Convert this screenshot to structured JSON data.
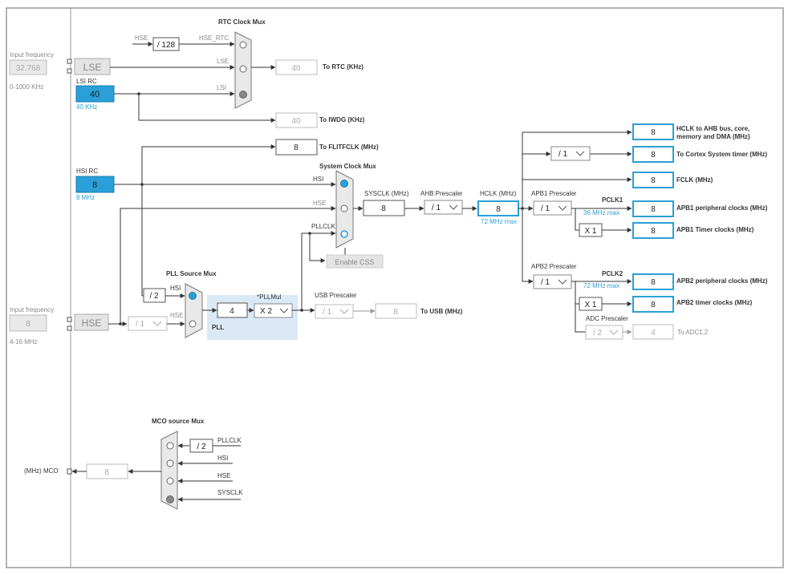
{
  "colors": {
    "accent": "#2a9fd8",
    "disabled": "#aaaaaa",
    "wire": "#333333",
    "pll_bg": "#dbe9f6",
    "enable_css_bg": "#e4e4e4"
  },
  "left": {
    "lse_input_label": "Input frequency",
    "lse_input_value": "32.768",
    "lse_range": "0-1000 KHz",
    "hse_input_label": "Input frequency",
    "hse_input_value": "8",
    "hse_range": "4-16 MHz",
    "mco_label": "(MHz) MCO"
  },
  "sources": {
    "lse": "LSE",
    "lsi_title": "LSI RC",
    "lsi_value": "40",
    "lsi_freq": "40 KHz",
    "hsi_title": "HSI RC",
    "hsi_value": "8",
    "hsi_freq": "8 MHz",
    "hse": "HSE"
  },
  "rtc": {
    "title": "RTC Clock Mux",
    "hse_in": "HSE",
    "div128": "/ 128",
    "hse_rtc": "HSE_RTC",
    "lse_in": "LSE",
    "lsi_in": "LSI",
    "out_value": "40",
    "out_label": "To RTC (KHz)"
  },
  "iwdg": {
    "value": "40",
    "label": "To IWDG (KHz)"
  },
  "flitf": {
    "value": "8",
    "label": "To FLITFCLK (MHz)"
  },
  "sysmux": {
    "title": "System Clock Mux",
    "hsi": "HSI",
    "hse": "HSE",
    "pllclk": "PLLCLK",
    "enable_css": "Enable CSS"
  },
  "sysclk": {
    "label": "SYSCLK (MHz)",
    "value": "8"
  },
  "ahb": {
    "label": "AHB Prescaler",
    "value": "/ 1"
  },
  "hclk": {
    "label": "HCLK (MHz)",
    "value": "8",
    "max": "72 MHz max"
  },
  "apb1": {
    "label": "APB1 Prescaler",
    "value": "/ 1",
    "pclk": "PCLK1",
    "max": "36 MHz max",
    "timer_mul": "X 1"
  },
  "apb2": {
    "label": "APB2 Prescaler",
    "value": "/ 1",
    "pclk": "PCLK2",
    "max": "72 MHz max",
    "timer_mul": "X 1"
  },
  "cortex": {
    "value": "/ 1"
  },
  "adc": {
    "label": "ADC Prescaler",
    "value": "/ 2",
    "out_value": "4",
    "out_label": "To ADC1,2"
  },
  "outputs": [
    {
      "value": "8",
      "label": "HCLK to AHB bus, core,",
      "label2": "memory and DMA (MHz)"
    },
    {
      "value": "8",
      "label": "To Cortex System timer (MHz)",
      "label2": ""
    },
    {
      "value": "8",
      "label": "FCLK (MHz)",
      "label2": ""
    },
    {
      "value": "8",
      "label": "APB1 peripheral clocks (MHz)",
      "label2": ""
    },
    {
      "value": "8",
      "label": "APB1 Timer clocks (MHz)",
      "label2": ""
    },
    {
      "value": "8",
      "label": "APB2 peripheral clocks (MHz)",
      "label2": ""
    },
    {
      "value": "8",
      "label": "APB2 timer clocks (MHz)",
      "label2": ""
    }
  ],
  "pll": {
    "src_title": "PLL Source Mux",
    "div2": "/ 2",
    "hsi": "HSI",
    "hse": "HSE",
    "hse_div": "/ 1",
    "value": "4",
    "mul_label": "*PLLMul",
    "mul_value": "X 2",
    "label": "PLL"
  },
  "usb": {
    "label": "USB Prescaler",
    "value": "/ 1",
    "out_value": "8",
    "out_label": "To USB (MHz)"
  },
  "mco": {
    "title": "MCO source Mux",
    "div2": "/ 2",
    "pllclk": "PLLCLK",
    "hsi": "HSI",
    "hse": "HSE",
    "sysclk": "SYSCLK",
    "value": "8"
  }
}
